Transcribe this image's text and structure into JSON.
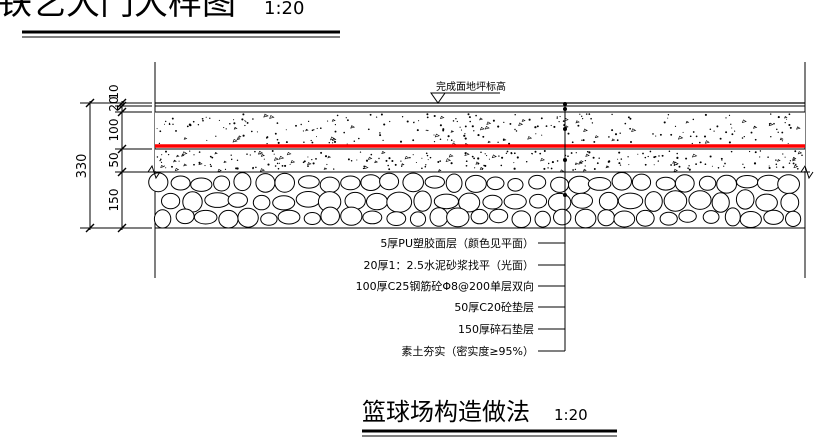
{
  "top_title": {
    "text": "铁艺大门大样图",
    "scale": "1:20"
  },
  "bottom_title": {
    "text": "篮球场构造做法",
    "scale": "1:20"
  },
  "finish_mark": "完成面地坪标高",
  "dimensions": {
    "total": "330",
    "segments": [
      "20",
      "10",
      "100",
      "50",
      "150"
    ]
  },
  "callouts": [
    "5厚PU塑胶面层（颜色见平面）",
    "20厚1：2.5水泥砂浆找平（光面）",
    "100厚C25钢筋砼Φ8@200单层双向",
    "50厚C20砼垫层",
    "150厚碎石垫层",
    "素土夯实（密实度≥95%）"
  ],
  "colors": {
    "line": "#000000",
    "rebar": "#ff0000",
    "background": "#ffffff"
  }
}
